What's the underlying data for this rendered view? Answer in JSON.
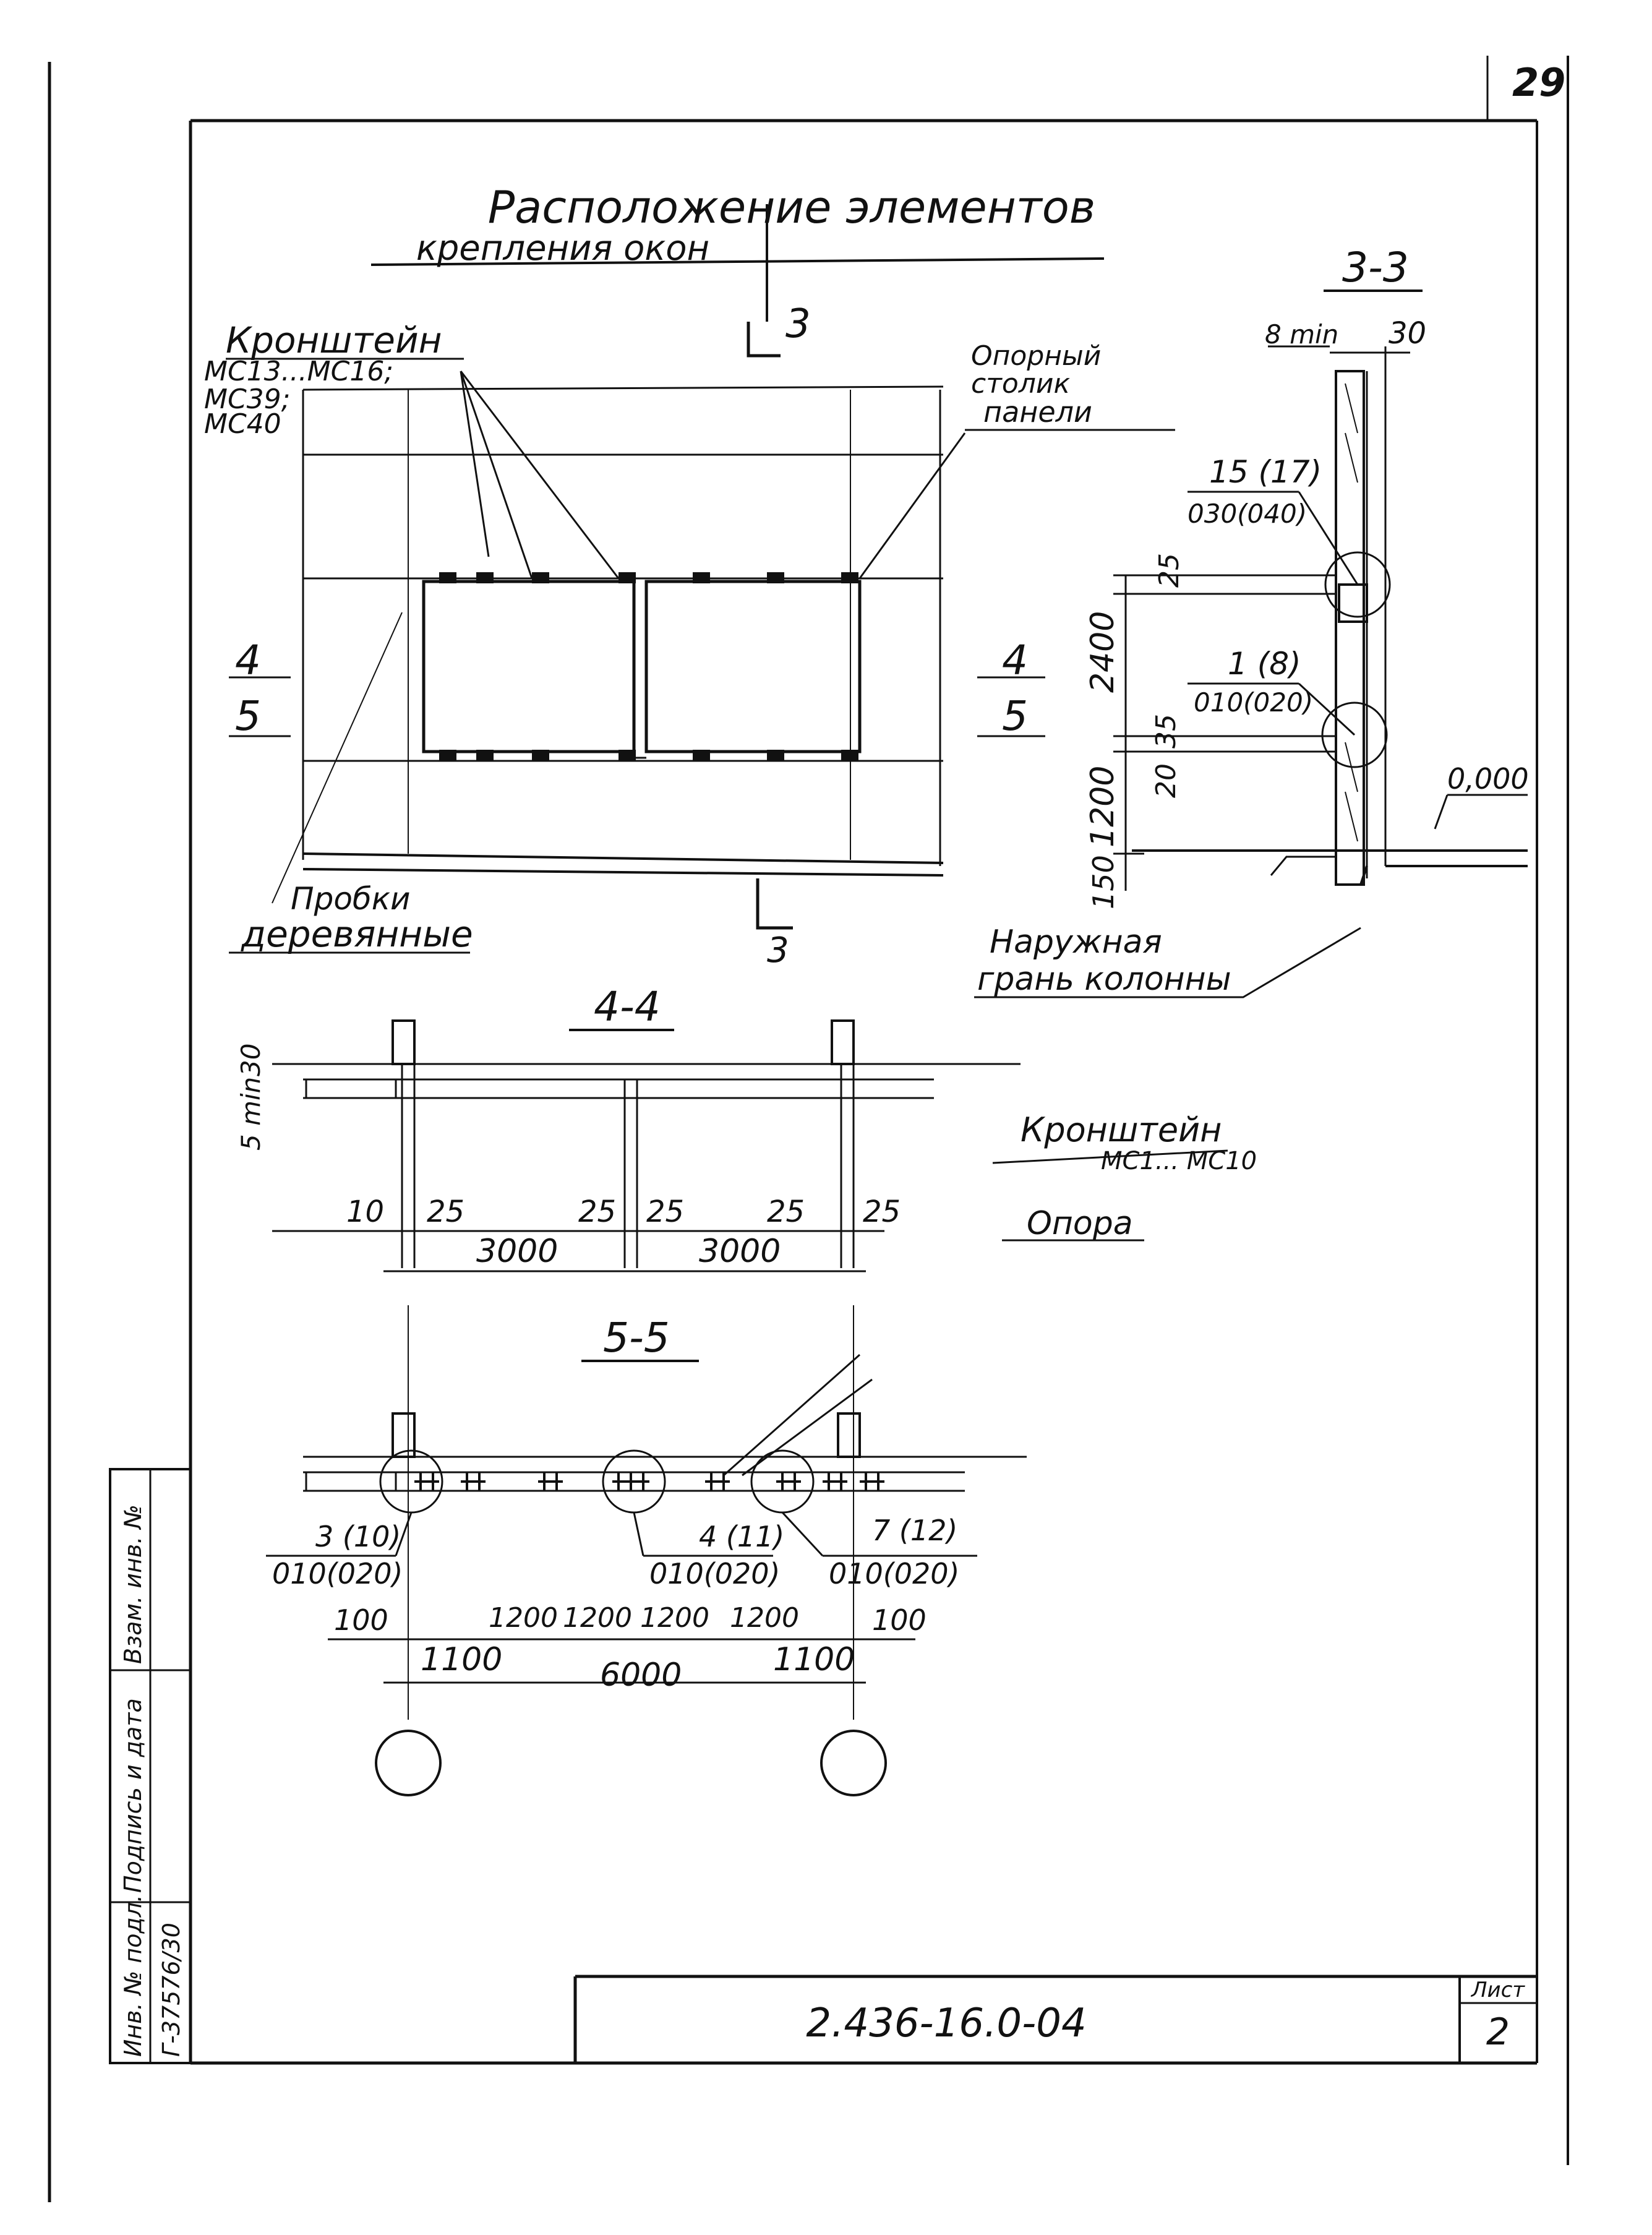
{
  "sheet_number_top": "29",
  "title": {
    "line1": "Расположение элементов",
    "line2": "крепления окон"
  },
  "labels": {
    "bracket_top_1": "Кронштейн",
    "bracket_top_2": "МС13...МС16;",
    "bracket_top_3": "МС39;",
    "bracket_top_4": "МС40",
    "support_1": "Опорный",
    "support_2": "столик",
    "support_3": "панели",
    "plugs_1": "Пробки",
    "plugs_2": "деревянные",
    "outer_face_1": "Наружная",
    "outer_face_2": "грань колонны",
    "bracket_right_1": "Кронштейн",
    "bracket_right_2": "МС1... МС10",
    "opora": "Опора"
  },
  "plan": {
    "cut3_top": "3",
    "cut3_bottom": "3",
    "cut4_left": "4",
    "cut4_right": "4",
    "cut5_left": "5",
    "cut5_right": "5"
  },
  "section_33": {
    "title": "3-3",
    "dim_8": "8 min",
    "dim_30": "30",
    "mark_a": "15 (17)",
    "mark_a_sub": "030(040)",
    "mark_b": "1 (8)",
    "mark_b_sub": "010(020)",
    "dim_25a": "25",
    "dim_2400": "2400",
    "dim_35": "35",
    "dim_20": "20",
    "dim_1200": "1200",
    "dim_150": "150",
    "level": "0,000"
  },
  "section_44": {
    "title": "4-4",
    "dim_30": "30",
    "dim_5min": "5 min",
    "dims_small": [
      "10",
      "25",
      "25",
      "25",
      "25",
      "25"
    ],
    "dims_large": [
      "3000",
      "3000"
    ]
  },
  "section_55": {
    "title": "5-5",
    "mark_a": "3 (10)",
    "mark_a_sub": "010(020)",
    "mark_b": "4 (11)",
    "mark_b_sub": "010(020)",
    "mark_c": "7 (12)",
    "mark_c_sub": "010(020)",
    "dims_top": [
      "100",
      "1200",
      "1200",
      "1200",
      "1200",
      "100"
    ],
    "dims_mid": [
      "1100",
      "6000",
      "1100"
    ]
  },
  "stamp": {
    "code": "2.436-16.0-04",
    "sheet_label": "Лист",
    "sheet_value": "2",
    "side_1": "Взам. инв. №",
    "side_2": "Подпись и дата",
    "side_3": "Инв. № подл.",
    "side_4": "Г-37576/30"
  }
}
